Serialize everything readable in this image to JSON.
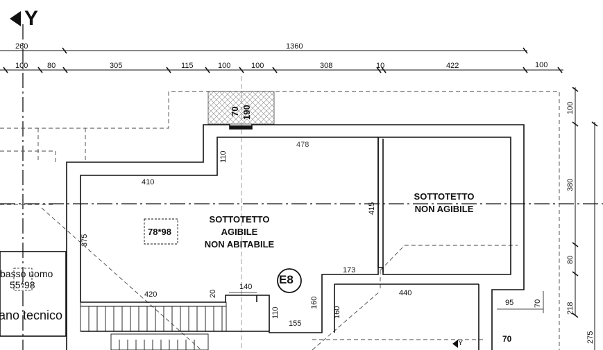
{
  "axis_label": "Y",
  "axis_label_small": "Y",
  "top_dims": {
    "overall_left": "260",
    "overall_main": "1360",
    "row": [
      "100",
      "80",
      "305",
      "115",
      "100",
      "100",
      "308",
      "10",
      "422",
      "100"
    ]
  },
  "right_dims": [
    "100",
    "380",
    "80",
    "218",
    "275"
  ],
  "inner_dims": {
    "skylight_w": "70",
    "skylight_h": "190",
    "d478": "478",
    "d110a": "110",
    "d410": "410",
    "d375": "375",
    "d415": "415",
    "d173": "173",
    "d440": "440",
    "d420": "420",
    "d20": "20",
    "d140": "140",
    "d110b": "110",
    "d160a": "160",
    "d160b": "160",
    "d155": "155",
    "d95": "95",
    "d70a": "70",
    "d70b": "70"
  },
  "rooms": {
    "main_line1": "SOTTOTETTO",
    "main_line2": "AGIBILE",
    "main_line3": "NON ABITABILE",
    "side_line1": "SOTTOTETTO",
    "side_line2": "NON AGIBILE",
    "window_label": "78*98",
    "left_label1": "basso uomo",
    "left_label2": "55*98",
    "left_label3": "ano tecnico"
  },
  "unit_tag": "E8"
}
